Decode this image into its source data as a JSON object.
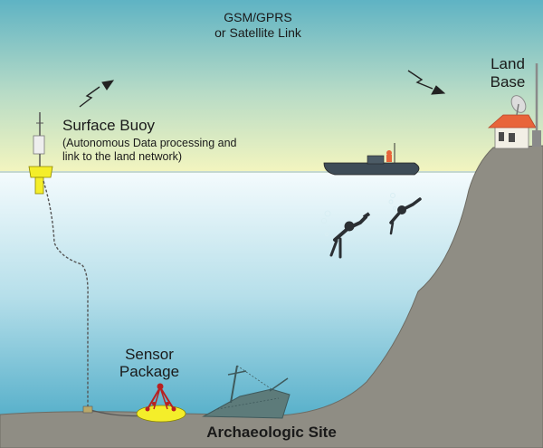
{
  "labels": {
    "link_line1": "GSM/GPRS",
    "link_line2": "or Satellite Link",
    "land_line1": "Land",
    "land_line2": "Base",
    "buoy_title": "Surface Buoy",
    "buoy_desc_line1": "(Autonomous Data processing and",
    "buoy_desc_line2": "link to the land network)",
    "sensor_line1": "Sensor",
    "sensor_line2": "Package",
    "site": "Archaeologic Site"
  },
  "colors": {
    "sky_top": "#5fb3c4",
    "sky_bottom": "#f3f5bf",
    "water_top": "#f4fbfd",
    "water_bottom": "#3fa4c2",
    "land": "#8f8d84",
    "buoy": "#f4ee2a",
    "roof": "#e8643a",
    "boat": "#3e4c57"
  }
}
